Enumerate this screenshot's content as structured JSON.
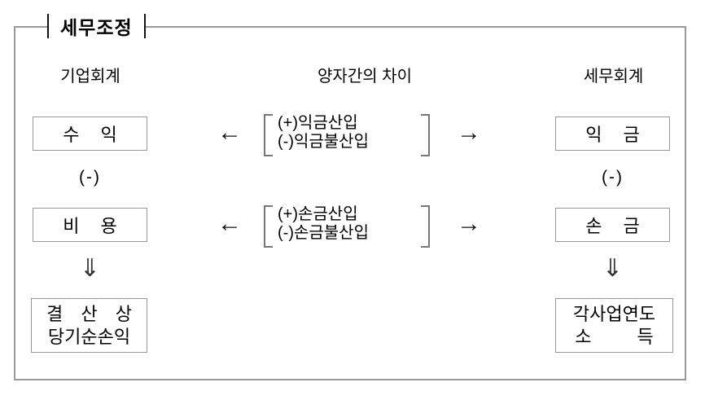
{
  "title": "세무조정",
  "headers": {
    "left": "기업회계",
    "middle": "양자간의 차이",
    "right": "세무회계"
  },
  "left_column": {
    "box1": "수 익",
    "minus": "(-)",
    "box2": "비 용",
    "down_arrow": "⇓",
    "box3_line1": "결 산 상",
    "box3_line2": "당기순손익"
  },
  "middle_column": {
    "group1": {
      "left_arrow": "←",
      "line1": "(+)익금산입",
      "line2": "(-)익금불산입",
      "right_arrow": "→"
    },
    "group2": {
      "left_arrow": "←",
      "line1": "(+)손금산입",
      "line2": "(-)손금불산입",
      "right_arrow": "→"
    }
  },
  "right_column": {
    "box1": "익 금",
    "minus": "(-)",
    "box2": "손 금",
    "down_arrow": "⇓",
    "box3_line1": "각사업연도",
    "box3_line2": "소 득"
  },
  "colors": {
    "outer_border": "#999999",
    "box_border": "#999999",
    "text": "#000000"
  }
}
